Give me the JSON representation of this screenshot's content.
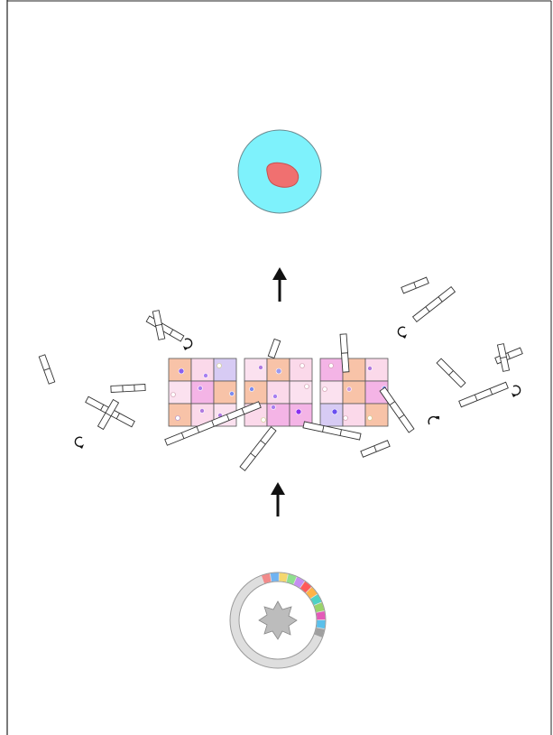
{
  "colors": {
    "border": "#222222",
    "cell_blue": "#7ef2fc",
    "nucleus_red": "#f07070",
    "tile_peach": "#f8c3a8",
    "tile_pink": "#fbd9ea",
    "tile_magenta": "#f4b4e6",
    "tile_lavender": "#d7cbf4",
    "tile_blush": "#fbe1ef",
    "dot_purple": "#8a5ff0",
    "dot_pale": "#f8e8f2",
    "fragment_fill": "#ffffff",
    "ring_gray": "#d9d9d9",
    "star_gray": "#bcbcbc",
    "arrow": "#111111"
  },
  "icons": [
    "up-arrow-icon",
    "rotate-arrow-icon"
  ],
  "diagram": {
    "top": "cell-with-nucleus",
    "middle": "three-tile-grids-with-scattered-fragments",
    "bottom": "segmented-ring-around-star",
    "ring_segment_colors": [
      "#f28a8a",
      "#6fb3f2",
      "#f5d76e",
      "#8ee08e",
      "#c58ef2",
      "#ff5a5a",
      "#ffb347",
      "#4fd1c5",
      "#9ad36a",
      "#e45ab8",
      "#5bc0eb",
      "#a0a0a0"
    ]
  }
}
